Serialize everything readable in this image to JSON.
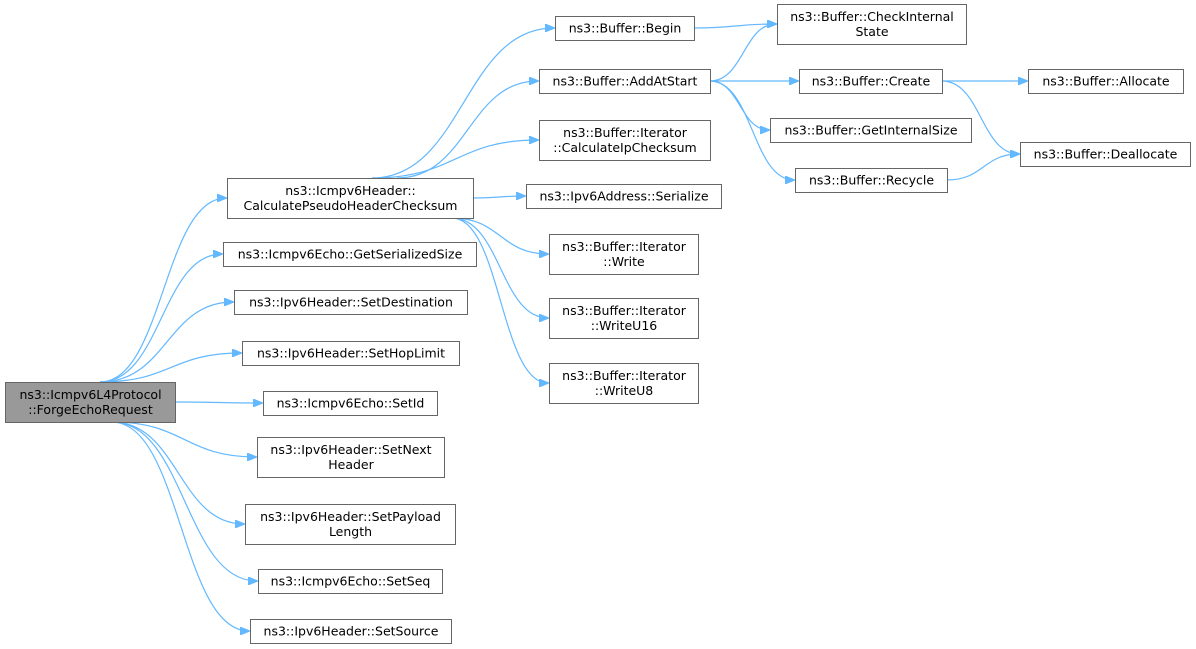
{
  "graph": {
    "edge_color": "#63b8ff",
    "root_fill": "#999999",
    "nodes": [
      {
        "id": "forge",
        "lines": [
          "ns3::Icmpv6L4Protocol",
          "::ForgeEchoRequest"
        ],
        "root": true
      },
      {
        "id": "calc",
        "lines": [
          "ns3::Icmpv6Header::",
          "CalculatePseudoHeaderChecksum"
        ]
      },
      {
        "id": "getser",
        "lines": [
          "ns3::Icmpv6Echo::GetSerializedSize"
        ]
      },
      {
        "id": "setdst",
        "lines": [
          "ns3::Ipv6Header::SetDestination"
        ]
      },
      {
        "id": "sethop",
        "lines": [
          "ns3::Ipv6Header::SetHopLimit"
        ]
      },
      {
        "id": "setid",
        "lines": [
          "ns3::Icmpv6Echo::SetId"
        ]
      },
      {
        "id": "setnext",
        "lines": [
          "ns3::Ipv6Header::SetNext",
          "Header"
        ]
      },
      {
        "id": "setpay",
        "lines": [
          "ns3::Ipv6Header::SetPayload",
          "Length"
        ]
      },
      {
        "id": "setseq",
        "lines": [
          "ns3::Icmpv6Echo::SetSeq"
        ]
      },
      {
        "id": "setsrc",
        "lines": [
          "ns3::Ipv6Header::SetSource"
        ]
      },
      {
        "id": "begin",
        "lines": [
          "ns3::Buffer::Begin"
        ]
      },
      {
        "id": "addstart",
        "lines": [
          "ns3::Buffer::AddAtStart"
        ]
      },
      {
        "id": "calcip",
        "lines": [
          "ns3::Buffer::Iterator",
          "::CalculateIpChecksum"
        ]
      },
      {
        "id": "v6ser",
        "lines": [
          "ns3::Ipv6Address::Serialize"
        ]
      },
      {
        "id": "write",
        "lines": [
          "ns3::Buffer::Iterator",
          "::Write"
        ]
      },
      {
        "id": "write16",
        "lines": [
          "ns3::Buffer::Iterator",
          "::WriteU16"
        ]
      },
      {
        "id": "write8",
        "lines": [
          "ns3::Buffer::Iterator",
          "::WriteU8"
        ]
      },
      {
        "id": "checkint",
        "lines": [
          "ns3::Buffer::CheckInternal",
          "State"
        ]
      },
      {
        "id": "create",
        "lines": [
          "ns3::Buffer::Create"
        ]
      },
      {
        "id": "getint",
        "lines": [
          "ns3::Buffer::GetInternalSize"
        ]
      },
      {
        "id": "recycle",
        "lines": [
          "ns3::Buffer::Recycle"
        ]
      },
      {
        "id": "allocate",
        "lines": [
          "ns3::Buffer::Allocate"
        ]
      },
      {
        "id": "dealloc",
        "lines": [
          "ns3::Buffer::Deallocate"
        ]
      }
    ],
    "edges": [
      [
        "forge",
        "calc"
      ],
      [
        "forge",
        "getser"
      ],
      [
        "forge",
        "setdst"
      ],
      [
        "forge",
        "sethop"
      ],
      [
        "forge",
        "setid"
      ],
      [
        "forge",
        "setnext"
      ],
      [
        "forge",
        "setpay"
      ],
      [
        "forge",
        "setseq"
      ],
      [
        "forge",
        "setsrc"
      ],
      [
        "calc",
        "begin"
      ],
      [
        "calc",
        "addstart"
      ],
      [
        "calc",
        "calcip"
      ],
      [
        "calc",
        "v6ser"
      ],
      [
        "calc",
        "write"
      ],
      [
        "calc",
        "write16"
      ],
      [
        "calc",
        "write8"
      ],
      [
        "begin",
        "checkint"
      ],
      [
        "addstart",
        "checkint"
      ],
      [
        "addstart",
        "create"
      ],
      [
        "addstart",
        "getint"
      ],
      [
        "addstart",
        "recycle"
      ],
      [
        "create",
        "allocate"
      ],
      [
        "create",
        "dealloc"
      ],
      [
        "recycle",
        "dealloc"
      ]
    ]
  }
}
